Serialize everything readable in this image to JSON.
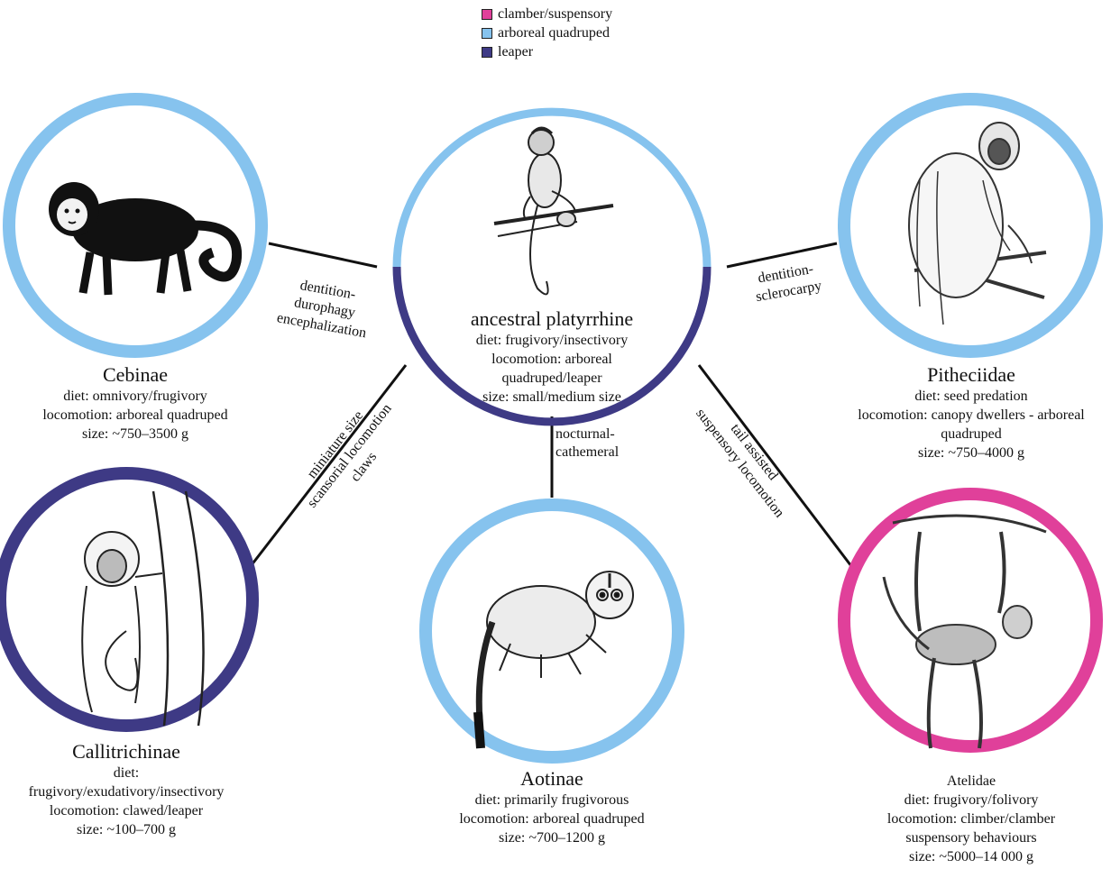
{
  "legend": {
    "items": [
      {
        "label": "clamber/suspensory",
        "color": "#E0409A"
      },
      {
        "label": "arboreal quadruped",
        "color": "#86C3EE"
      },
      {
        "label": "leaper",
        "color": "#3E3A85"
      }
    ]
  },
  "nodes": {
    "center": {
      "name": "ancestral platyrrhine",
      "line1": "diet: frugivory/insectivory",
      "line2": "locomotion: arboreal",
      "line3": "quadruped/leaper",
      "line4": "size: small/medium size",
      "ring_colors": [
        "#86C3EE",
        "#3E3A85"
      ],
      "icon": "monkey-on-branch-illustration"
    },
    "cebinae": {
      "name": "Cebinae",
      "line1": "diet: omnivory/frugivory",
      "line2": "locomotion: arboreal quadruped",
      "line3": "size: ~750–3500 g",
      "ring_color": "#86C3EE",
      "icon": "capuchin-illustration"
    },
    "pitheciidae": {
      "name": "Pitheciidae",
      "line1": "diet: seed predation",
      "line2": "locomotion: canopy dwellers - arboreal",
      "line3": "quadruped",
      "line4": "size: ~750–4000 g",
      "ring_color": "#86C3EE",
      "icon": "saki-illustration"
    },
    "callitrichinae": {
      "name": "Callitrichinae",
      "line1": "diet:",
      "line2": "frugivory/exudativory/insectivory",
      "line3": "locomotion: clawed/leaper",
      "line4": "size: ~100–700 g",
      "ring_color": "#3E3A85",
      "icon": "tamarin-illustration"
    },
    "aotinae": {
      "name": "Aotinae",
      "line1": "diet: primarily frugivorous",
      "line2": "locomotion: arboreal quadruped",
      "line3": "size: ~700–1200 g",
      "ring_color": "#86C3EE",
      "icon": "owl-monkey-illustration"
    },
    "atelidae": {
      "name": "Atelidae",
      "line1": "diet: frugivory/folivory",
      "line2": "locomotion: climber/clamber",
      "line3": "suspensory behaviours",
      "line4": "size: ~5000–14 000 g",
      "ring_color": "#E0409A",
      "icon": "spider-monkey-illustration"
    }
  },
  "edges": {
    "cebinae": [
      "dentition-",
      "durophagy",
      "encephalization"
    ],
    "pitheciidae": [
      "dentition-",
      "sclerocarpy"
    ],
    "callitrichinae": [
      "miniature size",
      "scansorial locomotion",
      "claws"
    ],
    "aotinae": [
      "nocturnal-",
      "cathemeral"
    ],
    "atelidae": [
      "tail assisted",
      "suspensory locomotion"
    ]
  }
}
